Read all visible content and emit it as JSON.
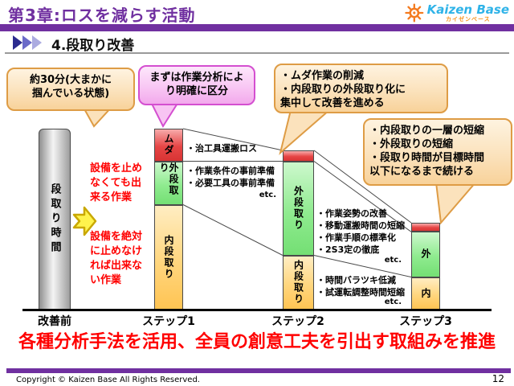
{
  "header": {
    "title": "第3章:ロスを減らす活動",
    "logo_name": "Kaizen Base",
    "logo_sub": "カイゼンベース"
  },
  "subtitle": "4.段取り改善",
  "callouts": {
    "duration": "約30分(大まかに\n掴んでいる状態)",
    "analysis": "まずは作業分析によ\nり明確に区分",
    "muda_reduction": "・ムダ作業の削減\n・内段取りの外段取り化に\n 集中して改善を進める",
    "shorten": "・内段取りの一層の短縮\n・外段取りの短縮\n・段取り時間が目標時間\n 以下になるまで続ける"
  },
  "notes": {
    "muda_step1": "・治工具運搬ロス",
    "external_step1": "・作業条件の事前準備\n・必要工具の事前準備",
    "etc1": "etc.",
    "external_step2": "・作業姿勢の改善\n・移動運搬時間の短縮\n・作業手順の標準化\n・2S3定の徹底",
    "etc2": "etc.",
    "internal_step2": "・時間バラツキ低減\n・試運転調整時間短縮",
    "etc3": "etc.",
    "red_external": "設備を止め\nなくても出\n来る作業",
    "red_internal": "設備を絶対\nに止めなけ\nれば出来な\nい作業"
  },
  "chart": {
    "type": "stacked-bar",
    "unit": "percent_of_before_setup_time",
    "y_axis_label": "段取り時間",
    "x_labels": [
      "改善前",
      "ステップ1",
      "ステップ2",
      "ステップ3"
    ],
    "bars": [
      {
        "name": "改善前",
        "segments": [
          {
            "label": "段取り時間",
            "kind": "total",
            "value": 100
          }
        ]
      },
      {
        "name": "ステップ1",
        "segments": [
          {
            "label": "ムダ",
            "kind": "muda",
            "value": 18
          },
          {
            "label": "外段取り",
            "kind": "external",
            "value": 24
          },
          {
            "label": "内段取り",
            "kind": "internal",
            "value": 58
          }
        ]
      },
      {
        "name": "ステップ2",
        "segments": [
          {
            "label": "",
            "kind": "muda",
            "value": 6
          },
          {
            "label": "外段取り",
            "kind": "external",
            "value": 52
          },
          {
            "label": "内段取り",
            "kind": "internal",
            "value": 30
          }
        ]
      },
      {
        "name": "ステップ3",
        "segments": [
          {
            "label": "",
            "kind": "muda",
            "value": 5
          },
          {
            "label": "外",
            "kind": "external",
            "value": 25
          },
          {
            "label": "内",
            "kind": "internal",
            "value": 18
          }
        ]
      }
    ]
  },
  "headline": "各種分析手法を活用、全員の創意工夫を引出す取組みを推進",
  "footer": {
    "copyright": "Copyright ©  Kaizen Base  All Rights Reserved.",
    "page": "12"
  },
  "colors": {
    "accent_purple": "#7030A0",
    "muda_red": "#E64545",
    "external_green": "#8FEB8F",
    "internal_orange": "#FFD67E",
    "before_gray": "#BFBFBF",
    "highlight_red": "#FF0000",
    "callout_orange_border": "#DE9C45",
    "callout_pink_border": "#D44FD0",
    "logo_blue": "#2FB3E8",
    "logo_orange": "#F7941D"
  }
}
